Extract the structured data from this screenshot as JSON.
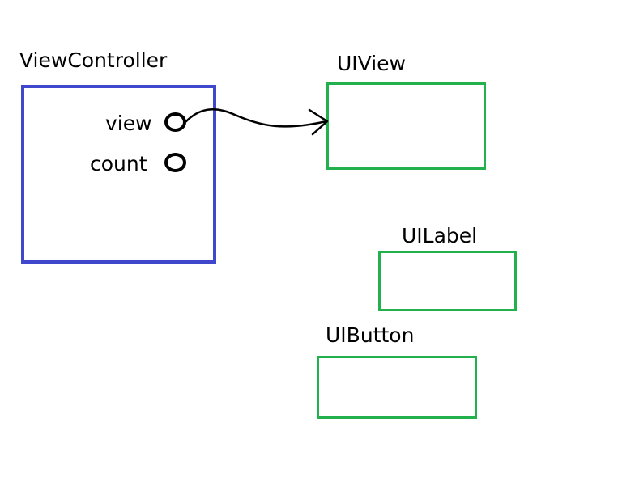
{
  "diagram": {
    "view_controller": {
      "title": "ViewController",
      "properties": [
        "view",
        "count"
      ]
    },
    "objects": [
      {
        "title": "UIView"
      },
      {
        "title": "UILabel"
      },
      {
        "title": "UIButton"
      }
    ]
  },
  "colors": {
    "controller_border": "#3f48cc",
    "object_border": "#22b14c",
    "connector": "#000000"
  }
}
